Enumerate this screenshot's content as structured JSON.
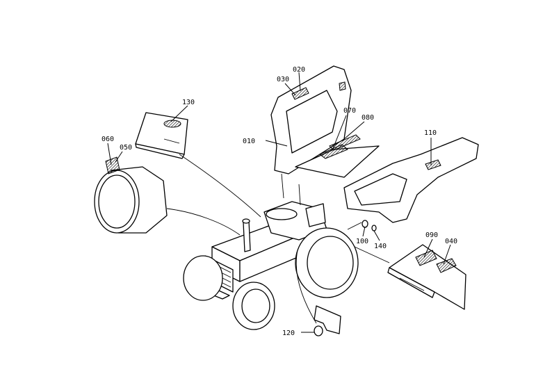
{
  "part_labels": {
    "p010": "010",
    "p020": "020",
    "p030": "030",
    "p040": "040",
    "p050": "050",
    "p060": "060",
    "p070": "070",
    "p080": "080",
    "p090": "090",
    "p100": "100",
    "p110": "110",
    "p120": "120",
    "p130": "130",
    "p140": "140"
  }
}
